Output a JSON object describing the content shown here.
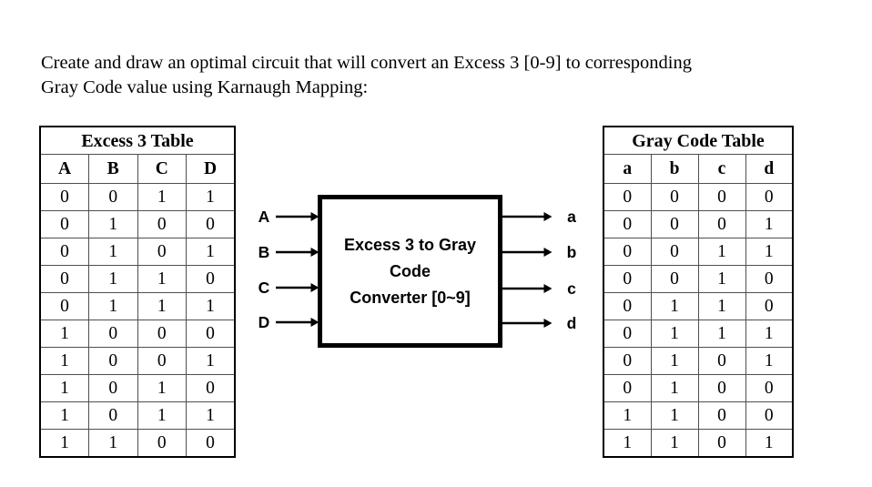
{
  "prompt": {
    "line1": "Create and draw an optimal circuit that will convert an Excess 3 [0-9] to corresponding",
    "line2": "Gray Code value using Karnaugh Mapping:"
  },
  "excess3_table": {
    "title": "Excess 3 Table",
    "columns": [
      "A",
      "B",
      "C",
      "D"
    ],
    "rows": [
      [
        0,
        0,
        1,
        1
      ],
      [
        0,
        1,
        0,
        0
      ],
      [
        0,
        1,
        0,
        1
      ],
      [
        0,
        1,
        1,
        0
      ],
      [
        0,
        1,
        1,
        1
      ],
      [
        1,
        0,
        0,
        0
      ],
      [
        1,
        0,
        0,
        1
      ],
      [
        1,
        0,
        1,
        0
      ],
      [
        1,
        0,
        1,
        1
      ],
      [
        1,
        1,
        0,
        0
      ]
    ]
  },
  "gray_code_table": {
    "title": "Gray Code Table",
    "columns": [
      "a",
      "b",
      "c",
      "d"
    ],
    "rows": [
      [
        0,
        0,
        0,
        0
      ],
      [
        0,
        0,
        0,
        1
      ],
      [
        0,
        0,
        1,
        1
      ],
      [
        0,
        0,
        1,
        0
      ],
      [
        0,
        1,
        1,
        0
      ],
      [
        0,
        1,
        1,
        1
      ],
      [
        0,
        1,
        0,
        1
      ],
      [
        0,
        1,
        0,
        0
      ],
      [
        1,
        1,
        0,
        0
      ],
      [
        1,
        1,
        0,
        1
      ]
    ]
  },
  "converter": {
    "label_lines": [
      "Excess 3 to Gray",
      "Code",
      "Converter [0~9]"
    ],
    "inputs": [
      "A",
      "B",
      "C",
      "D"
    ],
    "outputs": [
      "a",
      "b",
      "c",
      "d"
    ]
  },
  "colors": {
    "text": "#000000",
    "outer_border": "#000000",
    "grid_line": "#4f4f4f",
    "background": "#ffffff"
  }
}
